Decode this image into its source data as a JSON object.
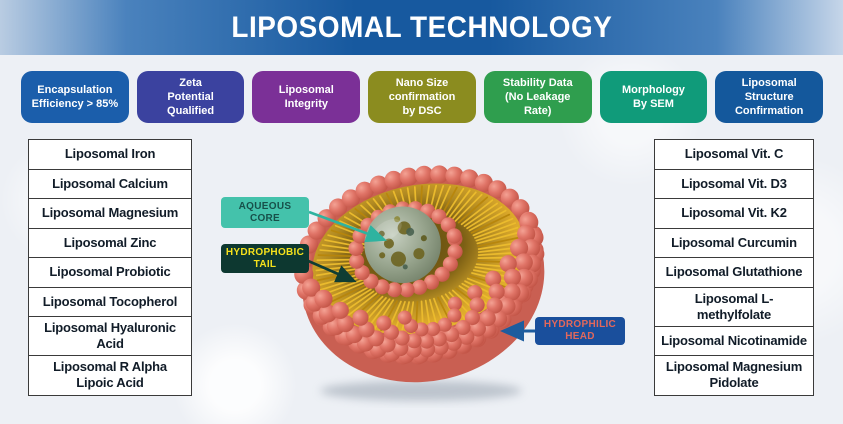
{
  "header": {
    "title": "LIPOSOMAL TECHNOLOGY"
  },
  "badges": [
    {
      "label": "Encapsulation\nEfficiency > 85%",
      "color": "#1b5eab"
    },
    {
      "label": "Zeta\nPotential\nQualified",
      "color": "#3b429f"
    },
    {
      "label": "Liposomal\nIntegrity",
      "color": "#7b3097"
    },
    {
      "label": "Nano Size\nconfirmation\nby DSC",
      "color": "#8b8c1f"
    },
    {
      "label": "Stability Data\n(No Leakage\nRate)",
      "color": "#2f9e4e"
    },
    {
      "label": "Morphology\nBy SEM",
      "color": "#109b7a"
    },
    {
      "label": "Liposomal\nStructure\nConfirmation",
      "color": "#14589c"
    }
  ],
  "left_list": [
    "Liposomal Iron",
    "Liposomal Calcium",
    "Liposomal Magnesium",
    "Liposomal Zinc",
    "Liposomal Probiotic",
    "Liposomal Tocopherol",
    "Liposomal Hyaluronic Acid",
    "Liposomal R Alpha Lipoic Acid"
  ],
  "right_list": [
    "Liposomal Vit. C",
    "Liposomal Vit. D3",
    "Liposomal Vit. K2",
    "Liposomal Curcumin",
    "Liposomal Glutathione",
    "Liposomal L-methylfolate",
    "Liposomal Nicotinamide",
    "Liposomal Magnesium Pidolate"
  ],
  "diagram": {
    "labels": {
      "aqueous_core": "AQUEOUS\nCORE",
      "hydrophobic_tail": "HYDROPHOBIC\nTAIL",
      "hydrophilic_head": "HYDROPHILIC\nHEAD"
    },
    "colors": {
      "aqueous_core_bg": "#44c2ab",
      "aqueous_core_text": "#17504a",
      "aqueous_arrow": "#2fb3a0",
      "hydrophobic_tail_bg": "#0d3830",
      "hydrophobic_tail_text": "#f5e11c",
      "tail_arrow": "#0f3d33",
      "hydrophilic_head_bg": "#1a4f9c",
      "hydrophilic_head_text": "#e2685c",
      "head_arrow": "#1d5c9e",
      "head_ball": "#e07467",
      "tail": "#edbd2e",
      "tail_dark": "#b8860b",
      "core": "#97a48d"
    }
  }
}
